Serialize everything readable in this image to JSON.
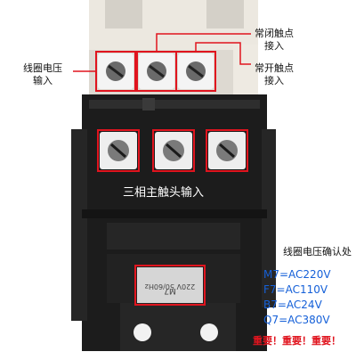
{
  "labels": {
    "nc_contact": "常闭触点\n接入",
    "no_contact": "常开触点\n接入",
    "coil_voltage_input": "线圈电压\n输入",
    "main_contact_input": "三相主触头输入",
    "coil_voltage_confirm": "线圈电压确认处"
  },
  "voltage_codes": [
    "M7=AC220V",
    "F7=AC110V",
    "B7=AC24V",
    "Q7=AC380V"
  ],
  "warning": "重要！重要！重要！",
  "nameplate_text": "220V 50/60Hz\nM7",
  "colors": {
    "highlight_box": "#e0141e",
    "code_text": "#1560d8",
    "body": "#1c1c1c",
    "top_housing": "#ece8e0"
  }
}
